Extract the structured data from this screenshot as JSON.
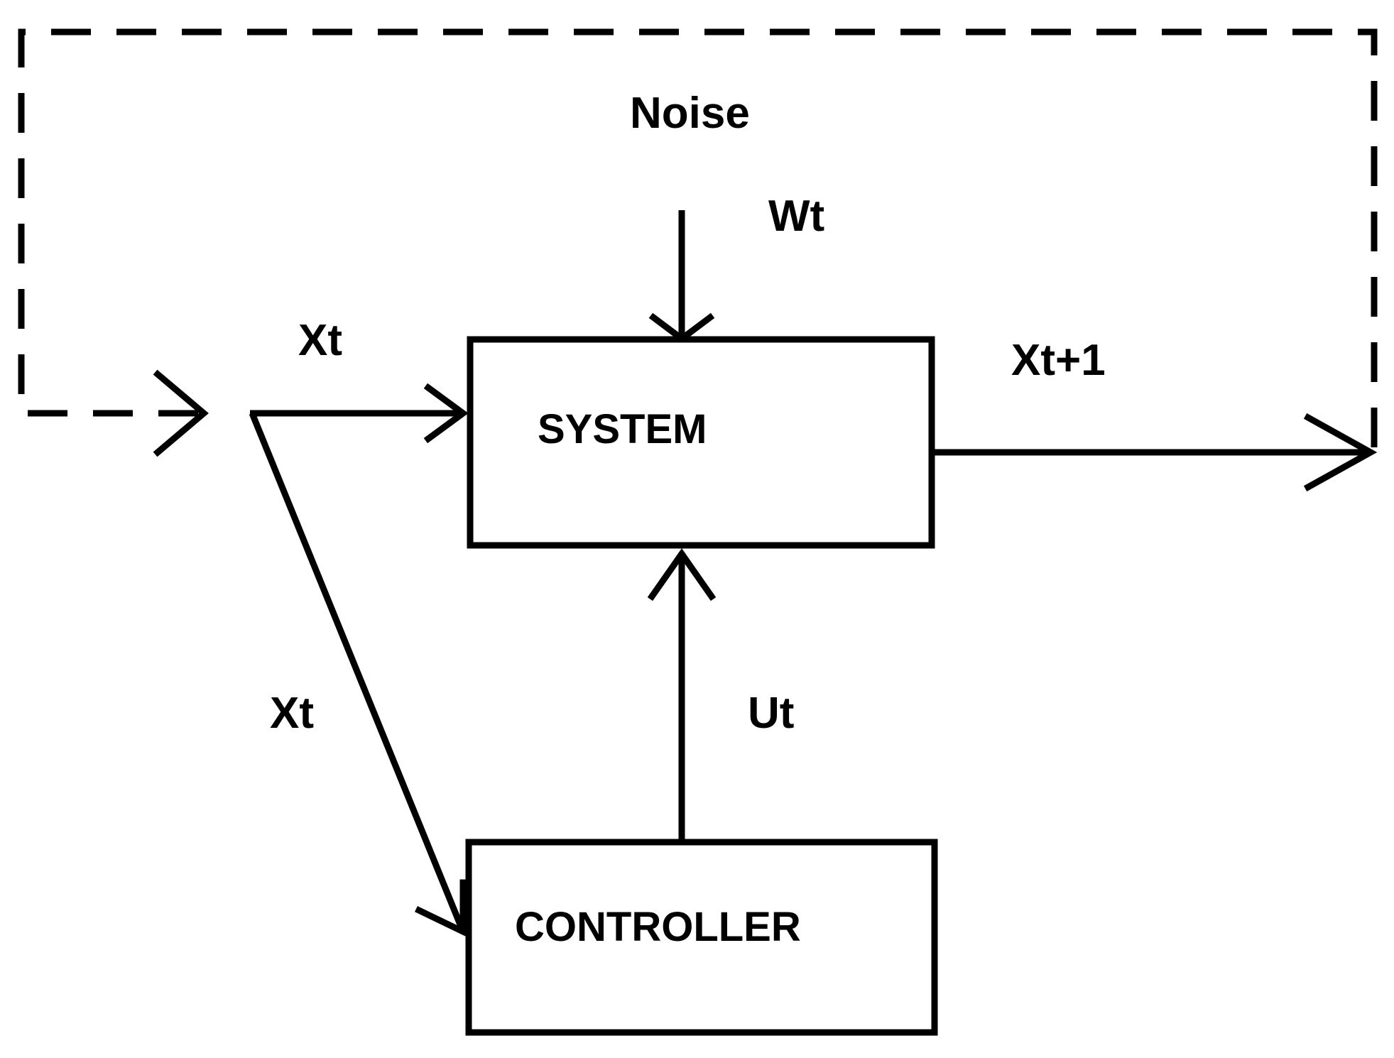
{
  "diagram": {
    "noise_label": "Noise",
    "noise_signal": "Wt",
    "state_input_label": "Xt",
    "state_branch_label": "Xt",
    "output_label": "Xt+1",
    "control_label": "Ut",
    "system_block": "SYSTEM",
    "controller_block": "CONTROLLER"
  }
}
